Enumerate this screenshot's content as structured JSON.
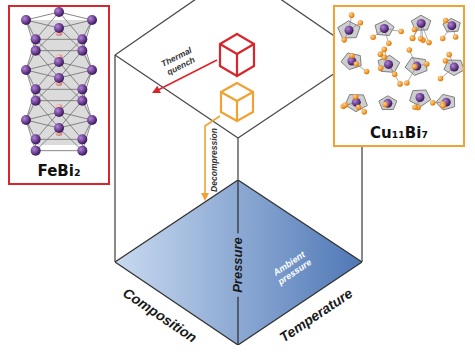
{
  "diagram": {
    "nodes": [
      {
        "text": [
          "FeBi₂"
        ]
      },
      {
        "text": [
          "Cu₁₁Bi₇"
        ]
      },
      {
        "text": [
          "Ambient pressure"
        ]
      }
    ],
    "labels": [
      "Thermal quench",
      "Decompression",
      "Pressure",
      "Composition",
      "Temperature"
    ]
  }
}
